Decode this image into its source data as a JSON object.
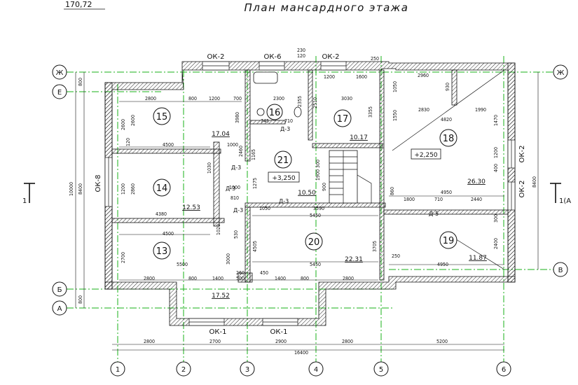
{
  "header": {
    "top_left": "170,72",
    "title": "План мансардного этажа"
  },
  "axes": {
    "rows": [
      "Ж",
      "Е",
      "Б",
      "А"
    ],
    "cols": [
      "1",
      "2",
      "3",
      "4",
      "5",
      "6"
    ],
    "right_row_b": "В",
    "right_row_zh": "Ж"
  },
  "section_marks": {
    "left": "1",
    "right": "1(А"
  },
  "windows": {
    "ok2_a": "ОК-2",
    "ok6": "ОК-6",
    "ok2_b": "ОК-2",
    "ok8": "ОК-8",
    "ok1_a": "ОК-1",
    "ok1_b": "ОК-1",
    "ok2_r1": "ОК-2",
    "ok2_r2": "ОК-2"
  },
  "rooms": [
    {
      "num": "15",
      "area": "17.04"
    },
    {
      "num": "16",
      "area": ""
    },
    {
      "num": "17",
      "area": "10.17"
    },
    {
      "num": "18",
      "area": "26.30"
    },
    {
      "num": "21",
      "area": "10.50"
    },
    {
      "num": "14",
      "area": "12.53"
    },
    {
      "num": "13",
      "area": "17.52"
    },
    {
      "num": "20",
      "area": "22.31"
    },
    {
      "num": "19",
      "area": "11.87"
    }
  ],
  "levels": {
    "l1": "+3,250",
    "l2": "+2,250"
  },
  "doors": {
    "d1": "Д-3",
    "d2": "Д-3",
    "d3": "Д-3",
    "d4": "Д-3",
    "d5": "Д-3",
    "d6": "Д-5"
  },
  "dims_bottom": [
    "2800",
    "2700",
    "2900",
    "2800",
    "5200"
  ],
  "dim_total": "16400",
  "dims_left": {
    "d800a": "800",
    "d10000": "10000",
    "d8400": "8400",
    "d800b": "800"
  },
  "dims_right": {
    "d8400": "8400"
  },
  "dims_top": {
    "d230": "230",
    "d120": "120",
    "d250": "250"
  },
  "dims_interior": {
    "a2800": "2800",
    "a800": "800",
    "a1200": "1200",
    "a700": "700",
    "a2300": "2300",
    "a2355": "2355",
    "a2510": "2510",
    "a3030": "3030",
    "a1200b": "1200",
    "a1600": "1600",
    "a2960": "2960",
    "a1050": "1050",
    "a930": "930",
    "a2830": "2830",
    "a1990": "1990",
    "a4820": "4820",
    "a1470": "1470",
    "a3355": "3355",
    "a1550": "1550",
    "a3980": "3980",
    "a2600": "2600",
    "a2600b": "2600",
    "a4500": "4500",
    "a120": "120",
    "a1000": "1000",
    "a2460": "2460",
    "a1165": "1165",
    "a4500b": "4500",
    "a2860": "2860",
    "a1200c": "1200",
    "a4380": "4380",
    "a1030": "1030",
    "a1275": "1275",
    "a1000b": "1000",
    "a810": "810",
    "a1050b": "1050",
    "a3590": "3590",
    "a5450": "5450",
    "a1900": "1900",
    "a300": "300",
    "a900": "900",
    "a4950": "4950",
    "a1800": "1800",
    "a710": "710",
    "a2440": "2440",
    "a4950b": "4950",
    "a2400": "2400",
    "a300b": "300",
    "a400": "400",
    "a1200d": "1200",
    "a2700": "2700",
    "a5500": "5500",
    "a3000": "3000",
    "a4505": "4505",
    "a5450b": "5450",
    "a3705": "3705",
    "a250": "250",
    "a260": "260",
    "a500": "500",
    "a450": "450",
    "a2800b": "2800",
    "a800b": "800",
    "a1400": "1400",
    "a1400b": "1400",
    "a800c": "800",
    "a2800c": "2800",
    "a860": "860",
    "a745": "745",
    "a710b": "710",
    "a1020": "1020",
    "a530": "530"
  }
}
